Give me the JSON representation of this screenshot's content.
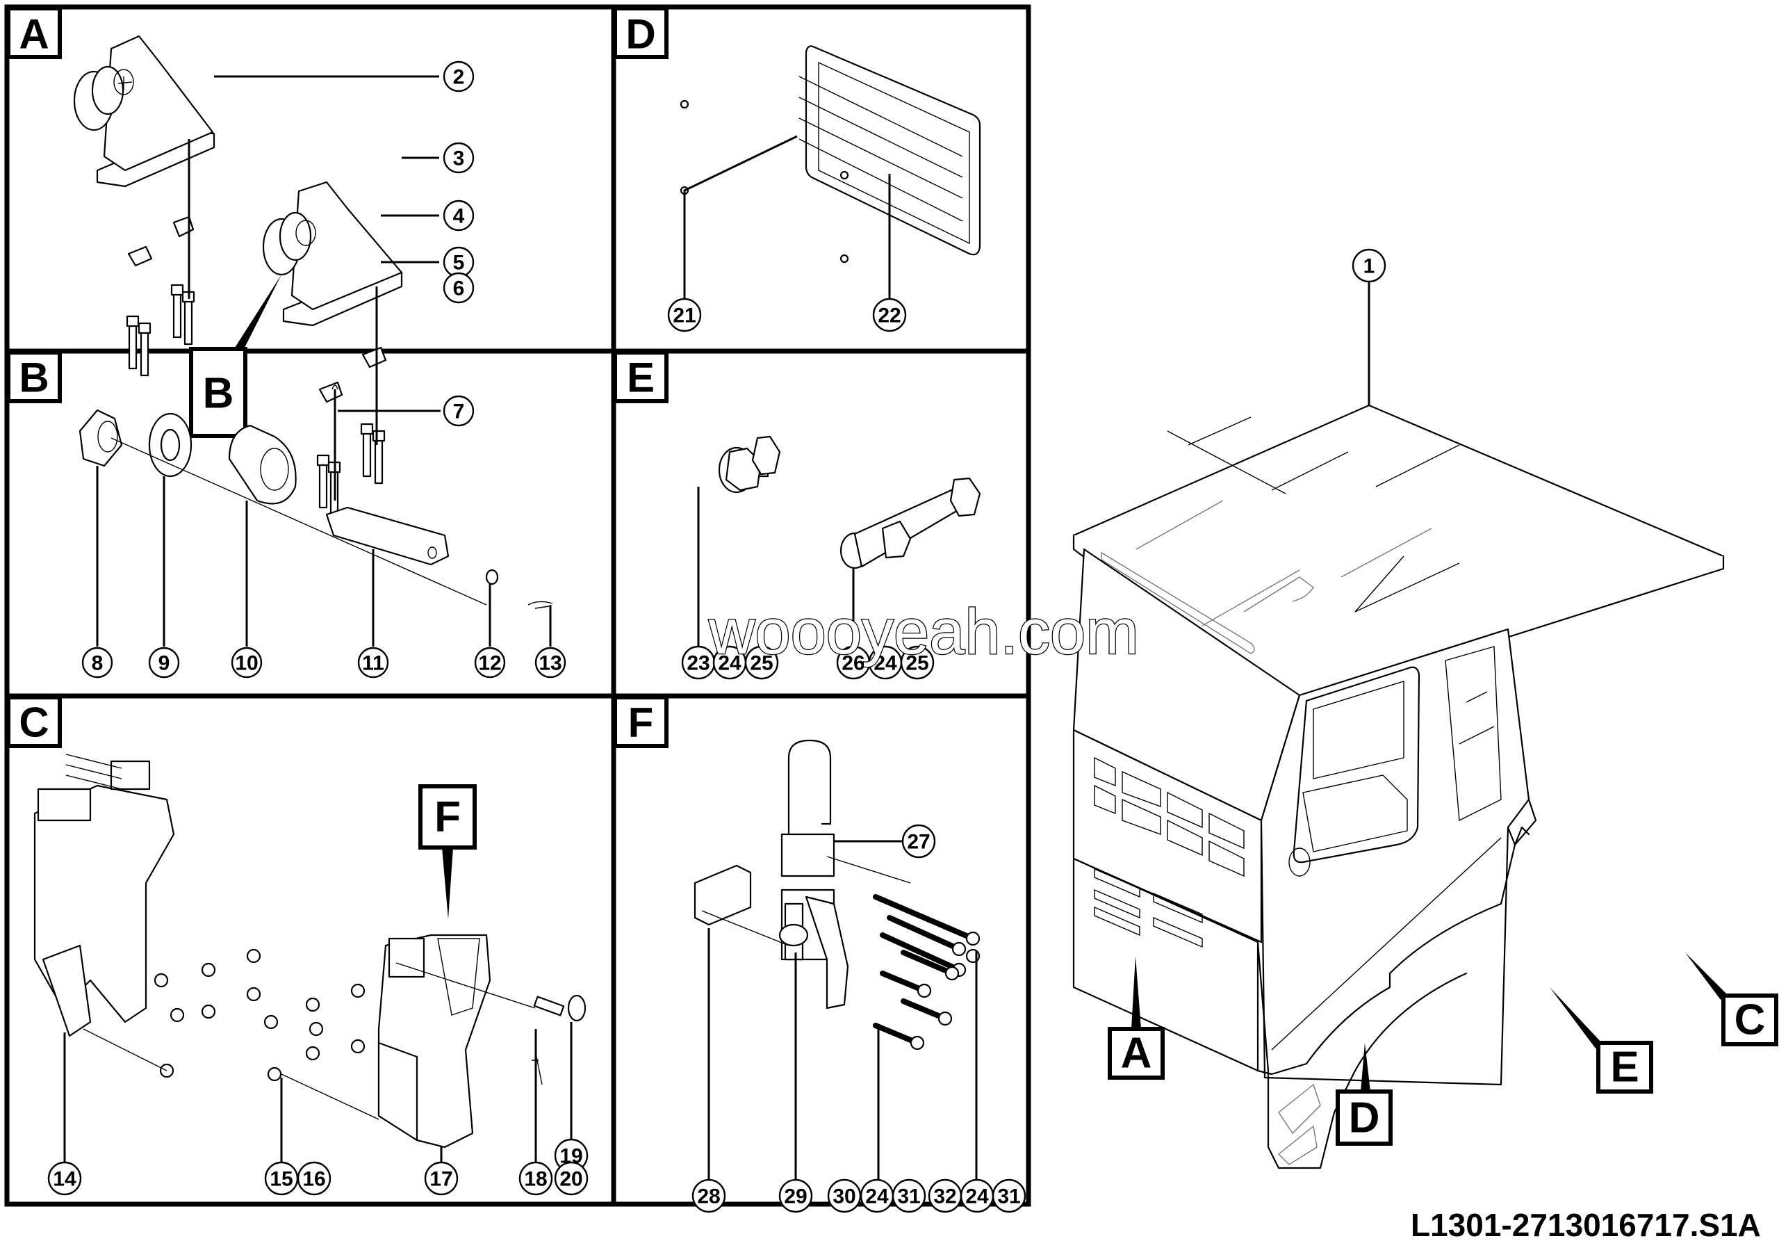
{
  "document": {
    "drawing_number": "L1301-2713016717.S1A",
    "watermark": "woooyeah.com"
  },
  "panels": [
    {
      "id": "A",
      "label": "A",
      "callouts": [
        "2",
        "3",
        "4",
        "5",
        "6"
      ]
    },
    {
      "id": "B",
      "label": "B",
      "callouts": [
        "7",
        "8",
        "9",
        "10",
        "11",
        "12",
        "13"
      ]
    },
    {
      "id": "C",
      "label": "C",
      "callouts": [
        "14",
        "15",
        "16",
        "17",
        "18",
        "19",
        "20"
      ]
    },
    {
      "id": "D",
      "label": "D",
      "callouts": [
        "21",
        "22"
      ]
    },
    {
      "id": "E",
      "label": "E",
      "callouts": [
        "23",
        "24",
        "25",
        "26",
        "24",
        "25"
      ]
    },
    {
      "id": "F",
      "label": "F",
      "callouts": [
        "27",
        "28",
        "29",
        "30",
        "24",
        "31",
        "32",
        "24",
        "31"
      ]
    }
  ],
  "detail_references": {
    "in_panel_A": "B",
    "in_panel_C": "F"
  },
  "main_view": {
    "callout": "1",
    "detail_references": [
      "A",
      "D",
      "E",
      "C"
    ]
  }
}
